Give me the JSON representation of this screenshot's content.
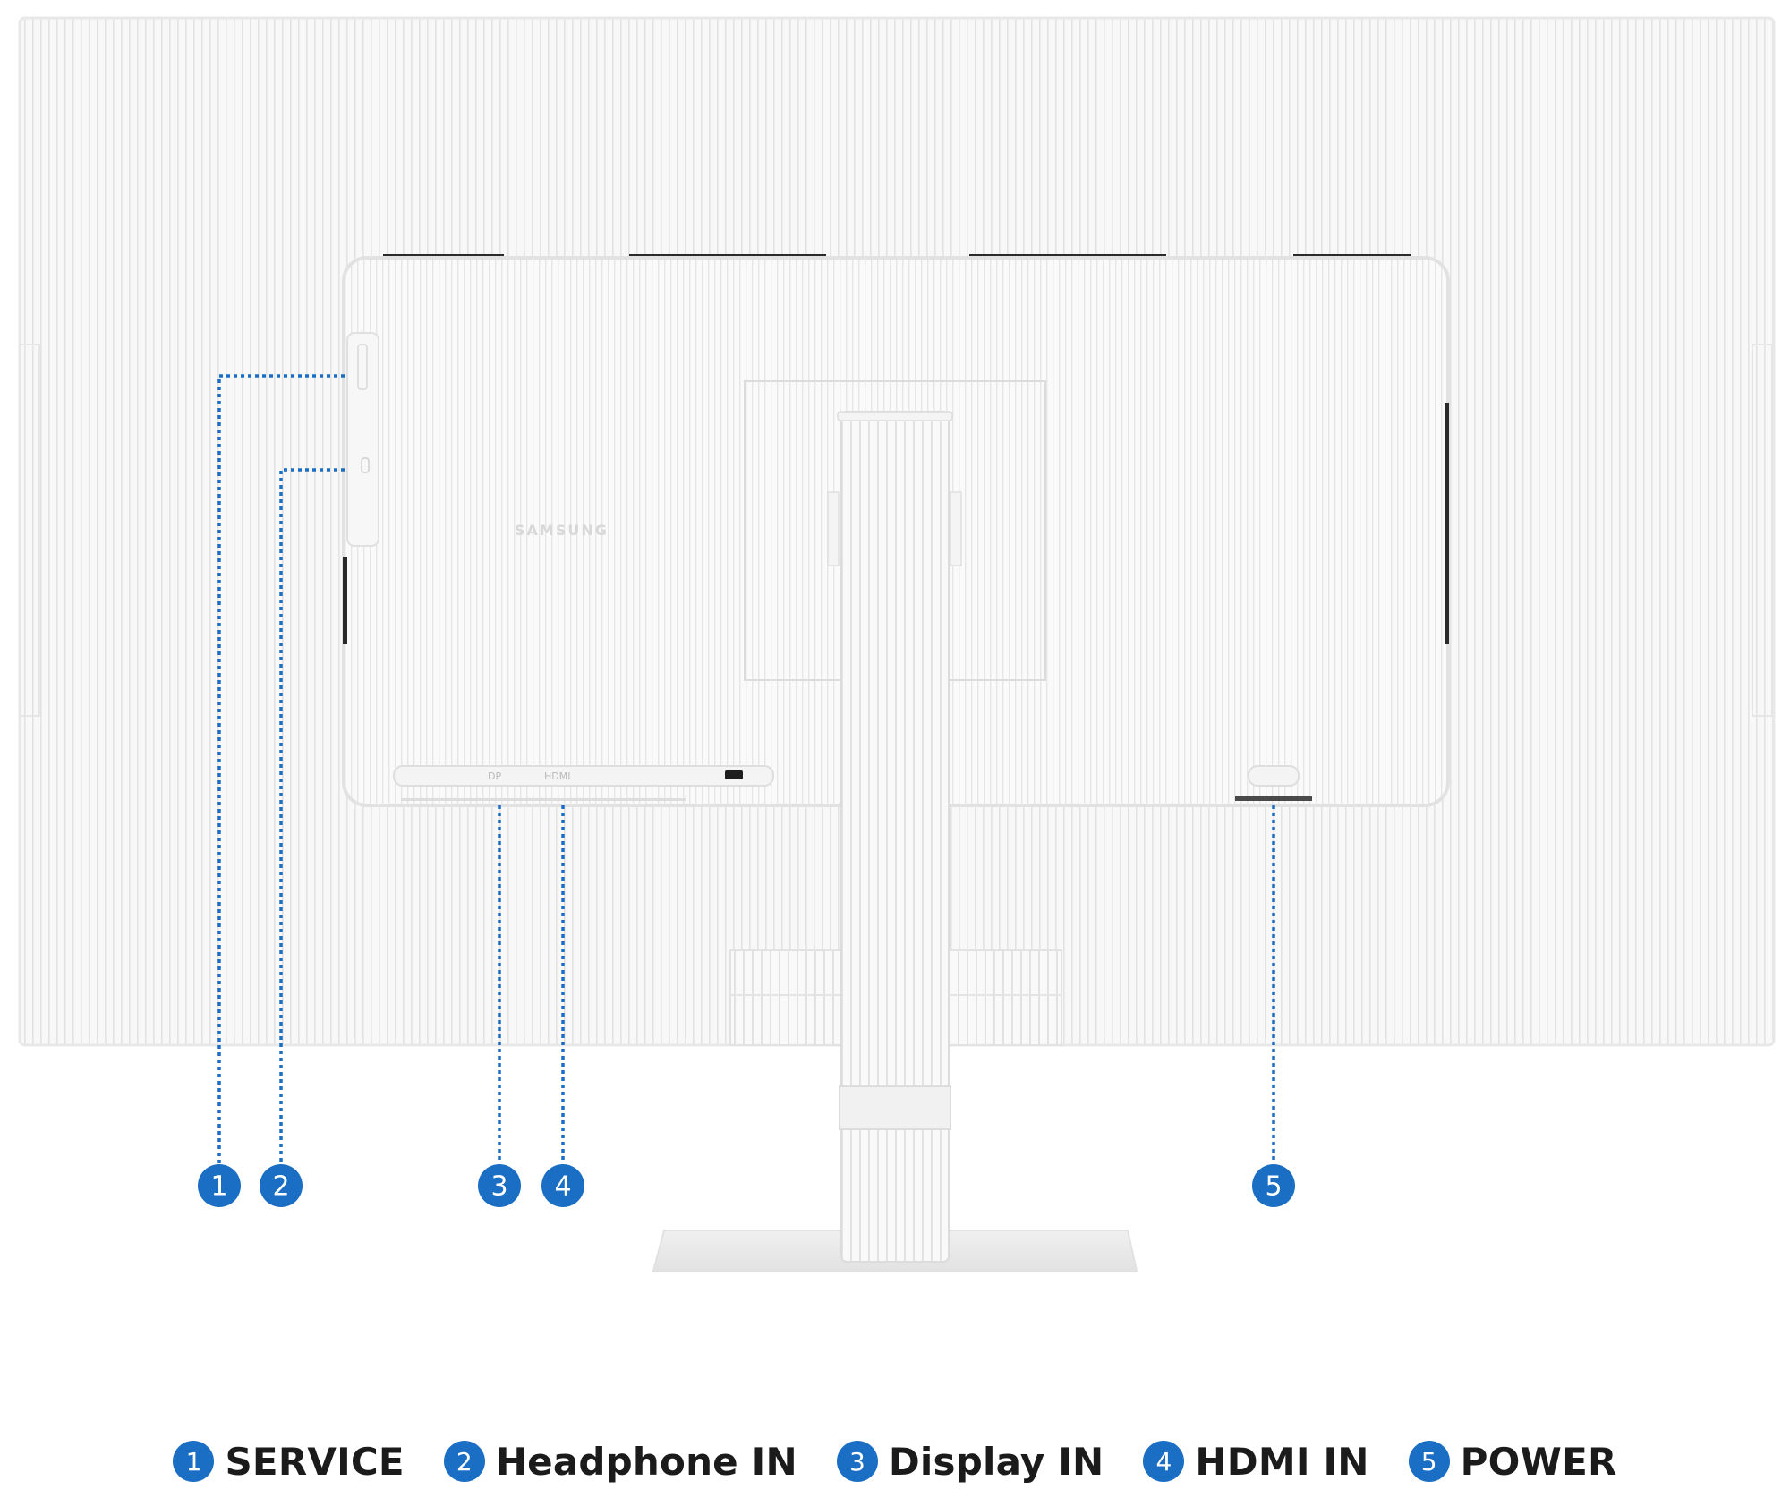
{
  "brand": {
    "logo_text": "SAMSUNG"
  },
  "port_marks": {
    "dp": "DP",
    "hdmi": "HDMI"
  },
  "callouts": [
    {
      "number": "1",
      "label": "SERVICE"
    },
    {
      "number": "2",
      "label": "Headphone IN"
    },
    {
      "number": "3",
      "label": "Display IN"
    },
    {
      "number": "4",
      "label": "HDMI IN"
    },
    {
      "number": "5",
      "label": "POWER"
    }
  ],
  "colors": {
    "callout_blue": "#1a6fc4",
    "monitor_white": "#f7f7f7",
    "rib_line": "#e4e4e4",
    "legend_text": "#1b1b1b"
  }
}
